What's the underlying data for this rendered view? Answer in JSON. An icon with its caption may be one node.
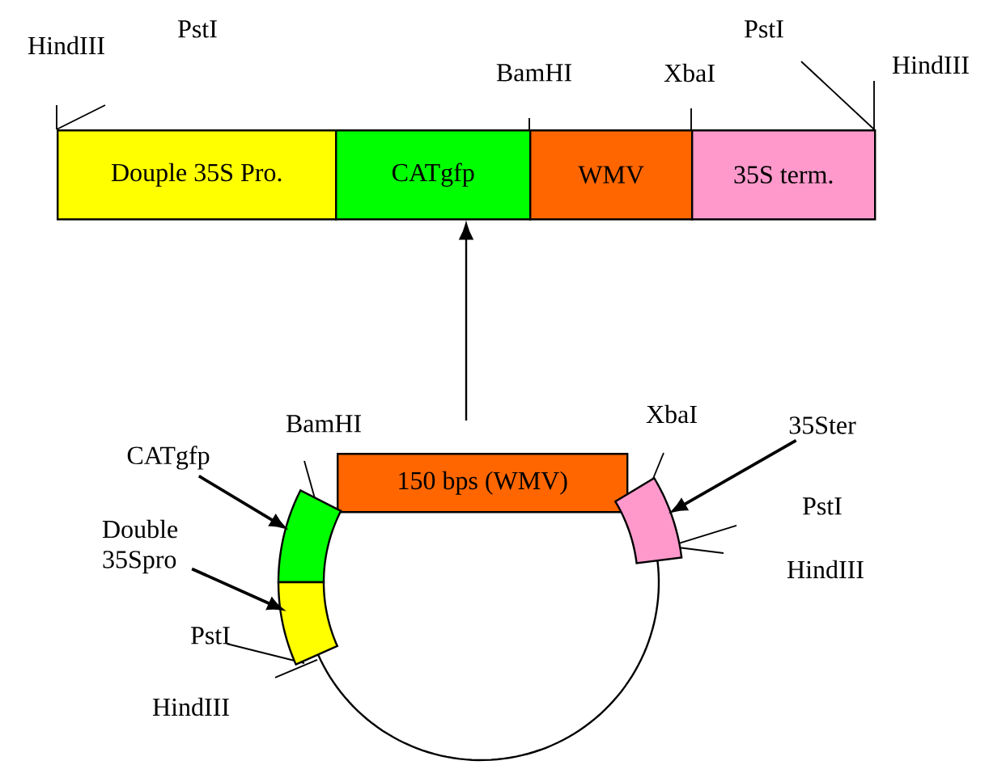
{
  "diagram": {
    "nodes": [
      {
        "text": [
          "Douple 35S Pro."
        ]
      },
      {
        "text": [
          "CATgfp"
        ]
      },
      {
        "text": [
          "WMV"
        ]
      },
      {
        "text": [
          "35S term."
        ]
      },
      {
        "text": [
          "150 bps (WMV)"
        ]
      },
      {
        "text": [
          "CATgfp"
        ]
      },
      {
        "text": [
          "Double 35Spro"
        ]
      },
      {
        "text": [],
        "shape": "bar"
      },
      {
        "text": [],
        "shape": "bar"
      },
      {
        "text": [
          "35Ster"
        ]
      },
      {
        "text": [],
        "shape": "bar"
      }
    ],
    "edges": [
      {
        "from": 4,
        "to": 1,
        "arrow": "to"
      },
      {
        "from": 5,
        "to": 7,
        "arrow": "to"
      },
      {
        "from": 6,
        "to": 8,
        "arrow": "to"
      },
      {
        "from": 9,
        "to": 10,
        "arrow": "to"
      }
    ],
    "labels": [
      "HindIII",
      "PstI",
      "BamHI",
      "XbaI",
      "PstI",
      "HindIII",
      "BamHI",
      "XbaI",
      "PstI",
      "HindIII",
      "PstI",
      "HindIII"
    ]
  }
}
